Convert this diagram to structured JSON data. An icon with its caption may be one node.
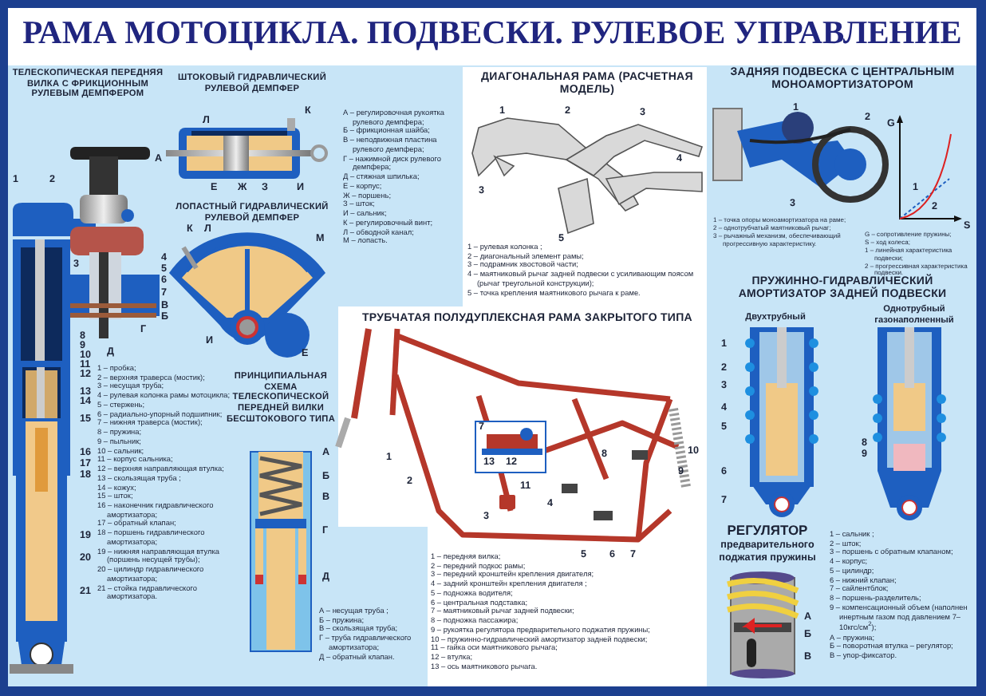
{
  "diagram": {
    "title": "РАМА МОТОЦИКЛА. ПОДВЕСКИ. РУЛЕВОЕ УПРАВЛЕНИЕ",
    "labels": [
      "ТЕЛЕСКОПИЧЕСКАЯ ПЕРЕДНЯЯ ВИЛКА С ФРИКЦИОННЫМ РУЛЕВЫМ ДЕМПФЕРОМ",
      "А",
      "1",
      "2",
      "3",
      "4",
      "5",
      "6",
      "7",
      "В",
      "Б",
      "Г",
      "Д",
      "8",
      "9",
      "10",
      "11",
      "12",
      "13",
      "14",
      "15",
      "16",
      "17",
      "18",
      "19",
      "20",
      "21",
      "1 – пробка;",
      "2 – верхняя траверса (мостик);",
      "3 – несущая труба;",
      "4 – рулевая колонка рамы мотоцикла;",
      "5 – стержень;",
      "6 – радиально-упорный подшипник;",
      "7 – нижняя траверса (мостик);",
      "8 – пружина;",
      "9 – пыльник;",
      "10 – сальник;",
      "11 – корпус сальника;",
      "12 – верхняя направляющая втулка;",
      "13 – скользящая труба ;",
      "14 – кожух;",
      "15 – шток;",
      "16 – наконечник гидравлического амортизатора;",
      "17 – обратный клапан;",
      "18 – поршень гидравлического амортизатора;",
      "19 – нижняя направляющая втулка (поршень несущей трубы);",
      "20 – цилиндр гидравлического амортизатора;",
      "21 – стойка гидравлического амортизатора.",
      "ШТОКОВЫЙ ГИДРАВЛИЧЕСКИЙ РУЛЕВОЙ ДЕМПФЕР",
      "Л",
      "К",
      "Е",
      "Ж",
      "З",
      "И",
      "ЛОПАСТНЫЙ ГИДРАВЛИЧЕСКИЙ РУЛЕВОЙ ДЕМПФЕР",
      "К",
      "Л",
      "М",
      "И",
      "Е",
      "А – регулировочная рукоятка рулевого демпфера;",
      "Б – фрикционная шайба;",
      "В – неподвижная пластина рулевого демпфера;",
      "Г – нажимной диск рулевого демпфера;",
      "Д – стяжная шпилька;",
      "Е – корпус;",
      "Ж – поршень;",
      "З – шток;",
      "И – сальник;",
      "К – регулировочный винт;",
      "Л – обводной канал;",
      "М – лопасть.",
      "ДИАГОНАЛЬНАЯ РАМА (РАСЧЕТНАЯ МОДЕЛЬ)",
      "1",
      "2",
      "3",
      "4",
      "3",
      "5",
      "1 – рулевая колонка ;",
      "2 – диагональный элемент рамы;",
      "3 – подрамник хвостовой части;",
      "4 – маятниковый рычаг задней подвески с усиливающим поясом (рычаг треугольной конструкции);",
      "5 – точка крепления маятникового рычага к раме.",
      "ПРИНЦИПИАЛЬНАЯ СХЕМА ТЕЛЕСКОПИЧЕСКОЙ ПЕРЕДНЕЙ ВИЛКИ БЕСШТОКОВОГО ТИПА",
      "А",
      "Б",
      "В",
      "Г",
      "Д",
      "ТРУБЧАТАЯ ПОЛУДУПЛЕКСНАЯ РАМА ЗАКРЫТОГО ТИПА",
      "1",
      "2",
      "3",
      "4",
      "5",
      "6",
      "7",
      "7",
      "8",
      "9",
      "10",
      "11",
      "13",
      "12",
      "1 – передняя вилка;",
      "2 – передний подкос рамы;",
      "3 – передний кронштейн крепления двигателя;",
      "4 – задний кронштейн крепления двигателя ;",
      "5 – подножка водителя;",
      "6 – центральная подставка;",
      "7 – маятниковый рычаг задней подвески;",
      "8 – подножка пассажира;",
      "9 – рукоятка регулятора предварительного поджатия пружины;",
      "10 – пружинно-гидравлический амортизатор задней подвески;",
      "11 – гайка оси маятникового рычага;",
      "12 – втулка;",
      "13 – ось маятникового рычага.",
      "А – несущая труба ;",
      "Б – пружина;",
      "В – скользящая труба;",
      "Г – труба гидравлического амортизатора;",
      "Д – обратный клапан.",
      "ЗАДНЯЯ ПОДВЕСКА С ЦЕНТРАЛЬНЫМ МОНОАМОРТИЗАТОРОМ",
      "1",
      "2",
      "3",
      "G",
      "S",
      "1",
      "2",
      "1 – точка опоры моноамортизатора на раме;",
      "2 – однотрубчатый маятниковый рычаг;",
      "3 – рычажный механизм, обеспечивающий прогрессивную характеристику.",
      "G – сопротивление пружины;",
      "S – ход колеса;",
      "1 – линейная характеристика подвески;",
      "2 – прогрессивная характеристика подвески.",
      "ПРУЖИННО-ГИДРАВЛИЧЕСКИЙ АМОРТИЗАТОР ЗАДНЕЙ ПОДВЕСКИ",
      "Двухтрубный",
      "Однотрубный газонаполненный",
      "1",
      "2",
      "3",
      "4",
      "5",
      "6",
      "7",
      "8",
      "9",
      "РЕГУЛЯТОР",
      "предварительного поджатия пружины",
      "А",
      "Б",
      "В",
      "1 – сальник ;",
      "2 – шток;",
      "3 – поршень с обратным клапаном;",
      "4 – корпус;",
      "5 – цилиндр;",
      "6 – нижний клапан;",
      "7 – сайлентблок;",
      "8 – поршень-разделитель;",
      "9 – компенсационный объем (наполнен инертным газом под давлением 7–10кгс/см$^{2}$);",
      "А – пружина;",
      "Б – поворотная втулка – регулятор;",
      "В – упор-фиксатор."
    ]
  }
}
